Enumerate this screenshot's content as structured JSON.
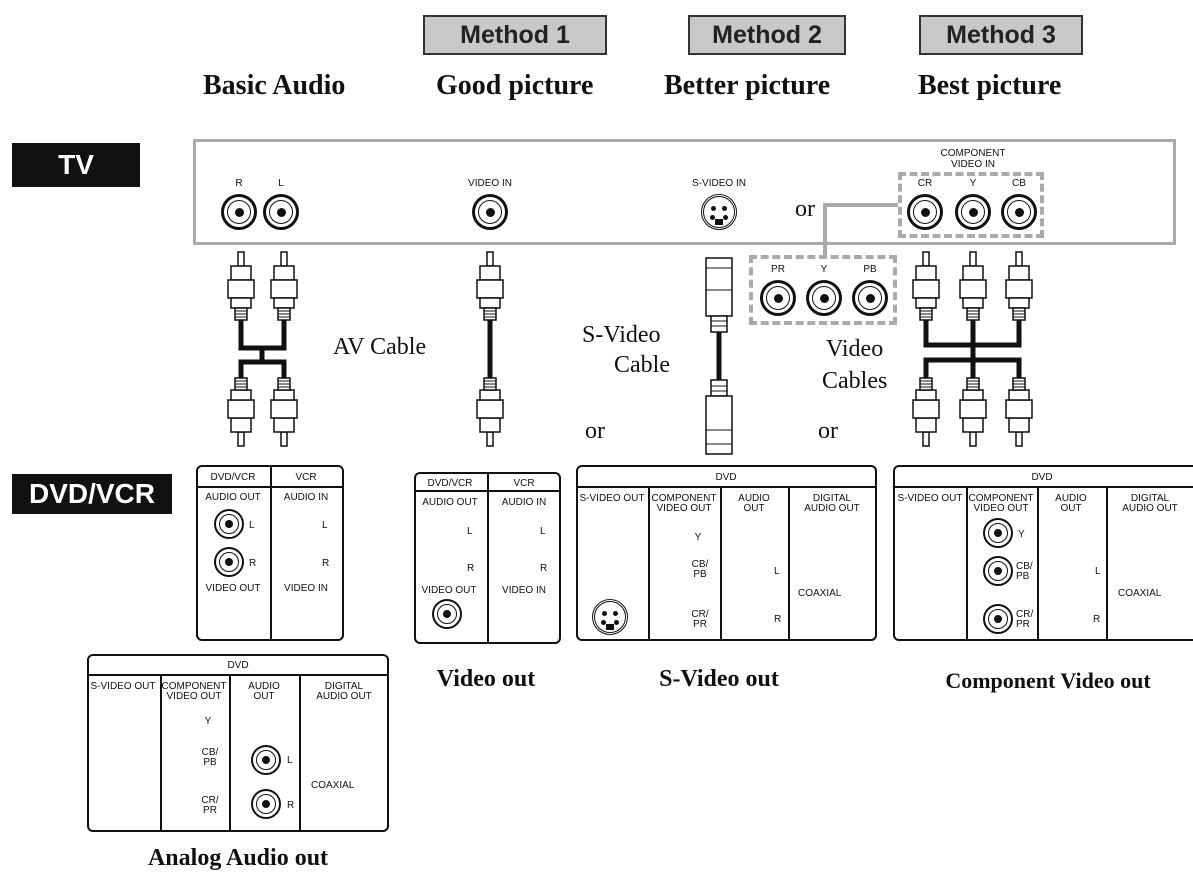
{
  "methods": [
    "Method 1",
    "Method 2",
    "Method 3"
  ],
  "columns": [
    "Basic Audio",
    "Good picture",
    "Better picture",
    "Best picture"
  ],
  "tags": {
    "tv": "TV",
    "dvd": "DVD/VCR"
  },
  "tv": {
    "r": "R",
    "l": "L",
    "video_in": "VIDEO IN",
    "svideo_in": "S-VIDEO IN",
    "component_line1": "COMPONENT",
    "component_line2": "VIDEO IN",
    "cr": "CR",
    "y": "Y",
    "cb": "CB",
    "or": "or"
  },
  "alt_jacks": {
    "pr": "PR",
    "y": "Y",
    "pb": "PB"
  },
  "cable_labels": {
    "av": "AV Cable",
    "svideo_1": "S-Video",
    "svideo_2": "Cable",
    "video_1": "Video",
    "video_2": "Cables",
    "or_left": "or",
    "or_right": "or"
  },
  "panels": {
    "dvdvcr_h1": "DVD/VCR",
    "vcr_h": "VCR",
    "audio_out": "AUDIO OUT",
    "audio_in": "AUDIO IN",
    "l": "L",
    "r": "R",
    "video_out": "VIDEO OUT",
    "video_in": "VIDEO IN",
    "dvd": "DVD",
    "svideo_out": "S-VIDEO OUT",
    "component_1": "COMPONENT",
    "component_2": "VIDEO OUT",
    "audio_1": "AUDIO",
    "audio_2": "OUT",
    "digital_1": "DIGITAL",
    "digital_2": "AUDIO OUT",
    "y": "Y",
    "cb_1": "CB/",
    "cb_2": "PB",
    "cr_1": "CR/",
    "cr_2": "PR",
    "coaxial": "COAXIAL"
  },
  "captions": [
    "Video out",
    "S-Video out",
    "Component Video out",
    "Analog Audio out"
  ],
  "colors": {
    "ink": "#111111",
    "method_fill": "#c8c8c8",
    "tv_border": "#aaaaaa",
    "tag_fill": "#111111"
  }
}
